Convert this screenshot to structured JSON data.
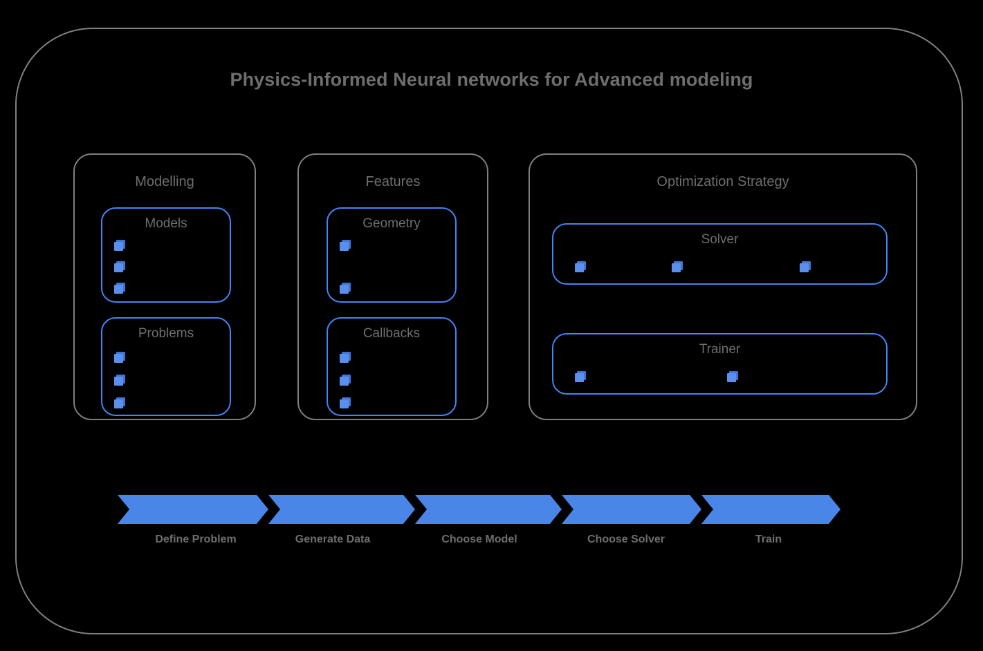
{
  "diagram": {
    "title": "Physics-Informed Neural networks for Advanced modeling",
    "colors": {
      "background": "#000000",
      "outer_border": "#808080",
      "group_border": "#808080",
      "sub_box_border": "#4285f4",
      "text": "#6e6e6e",
      "accent_blue": "#4a86e8",
      "marker_blue": "#5b8fee"
    }
  },
  "groups": [
    {
      "id": "modelling",
      "title": "Modelling",
      "boxes": [
        {
          "id": "models",
          "title": "Models",
          "marker_count": 3,
          "marker_layout": "vertical"
        },
        {
          "id": "problems",
          "title": "Problems",
          "marker_count": 3,
          "marker_layout": "vertical"
        }
      ]
    },
    {
      "id": "features",
      "title": "Features",
      "boxes": [
        {
          "id": "geometry",
          "title": "Geometry",
          "marker_count": 2,
          "marker_layout": "vertical-spread"
        },
        {
          "id": "callbacks",
          "title": "Callbacks",
          "marker_count": 3,
          "marker_layout": "vertical"
        }
      ]
    },
    {
      "id": "optimization-strategy",
      "title": "Optimization Strategy",
      "boxes": [
        {
          "id": "solver",
          "title": "Solver",
          "marker_count": 3,
          "marker_layout": "horizontal"
        },
        {
          "id": "trainer",
          "title": "Trainer",
          "marker_count": 2,
          "marker_layout": "horizontal"
        }
      ]
    }
  ],
  "pipeline": {
    "steps": [
      {
        "label": "Define Problem"
      },
      {
        "label": "Generate Data"
      },
      {
        "label": "Choose Model"
      },
      {
        "label": "Choose Solver"
      },
      {
        "label": "Train"
      }
    ]
  }
}
